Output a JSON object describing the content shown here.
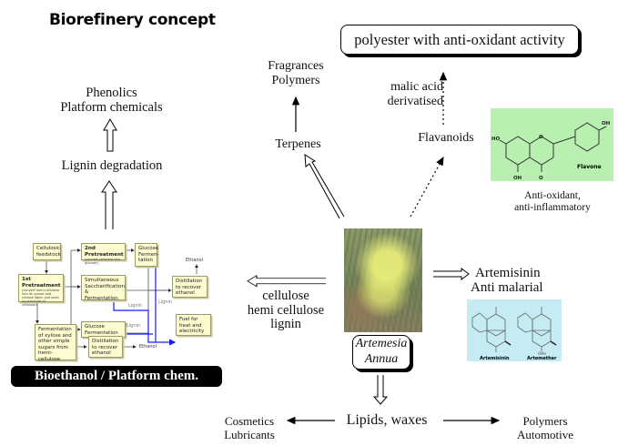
{
  "title": "Biorefinery concept",
  "left_branch": {
    "top_products": [
      "Phenolics",
      "Platform chemicals"
    ],
    "lignin_step": "Lignin degradation",
    "badge": "Bioethanol / Platform chem."
  },
  "flowchart": {
    "boxes": {
      "cellulosic": "Cellulosic feedstock",
      "pre1_title": "1st Pretreatment",
      "pre1_note": "(convert hemi-cellulose into its xylose and release lignin and open up structure of cellulose)",
      "pre2_title": "2nd Pretreatment",
      "pre2_note": "(convert cellulose into glucose)",
      "ssf": "Simultaneous Saccharification & Fermentation",
      "glucose_ferm_top": "Glucose Fermen-tation",
      "glucose_ferm": "Glucose Fermentation",
      "xylose_ferm": "Fermentation of xylose and other simple sugars from hemi-cellulose",
      "distill_top": "Distillation to recover ethanol",
      "distill_bottom": "Distillation to recover ethanol",
      "fuel": "Fuel for heat and electricity"
    },
    "labels": {
      "ethanol_top": "Ethanol",
      "ethanol_bottom": "Ethanol",
      "lignin_1": "Lignin",
      "lignin_2": "Lignin",
      "lignin_3": "Lignin"
    }
  },
  "center": {
    "plant_name_line1": "Artemesia",
    "plant_name_line2": "Annua",
    "cellulose_lines": [
      "cellulose",
      "hemi cellulose",
      "lignin"
    ],
    "terpenes": "Terpenes",
    "terpene_products": [
      "Fragrances",
      "Polymers"
    ],
    "flavanoids": "Flavanoids",
    "malic_lines": [
      "malic acid",
      "derivatised"
    ],
    "polyester_box": "polyester with anti-oxidant activity",
    "flavone_caption": [
      "Anti-oxidant,",
      "anti-inflammatory"
    ],
    "artemisinin_lines": [
      "Artemisinin",
      "Anti malarial"
    ],
    "lipids": "Lipids, waxes",
    "lipids_left": [
      "Cosmetics",
      "Lubricants"
    ],
    "lipids_right": [
      "Polymers",
      "Automotive"
    ]
  },
  "molecules": {
    "flavone": {
      "name": "Flavone",
      "atoms": [
        "HO",
        "OH",
        "OH",
        "O",
        "O"
      ]
    },
    "artemisinin": {
      "names": [
        "Artemisinin",
        "Artemether"
      ],
      "substituent": "OMe"
    }
  }
}
